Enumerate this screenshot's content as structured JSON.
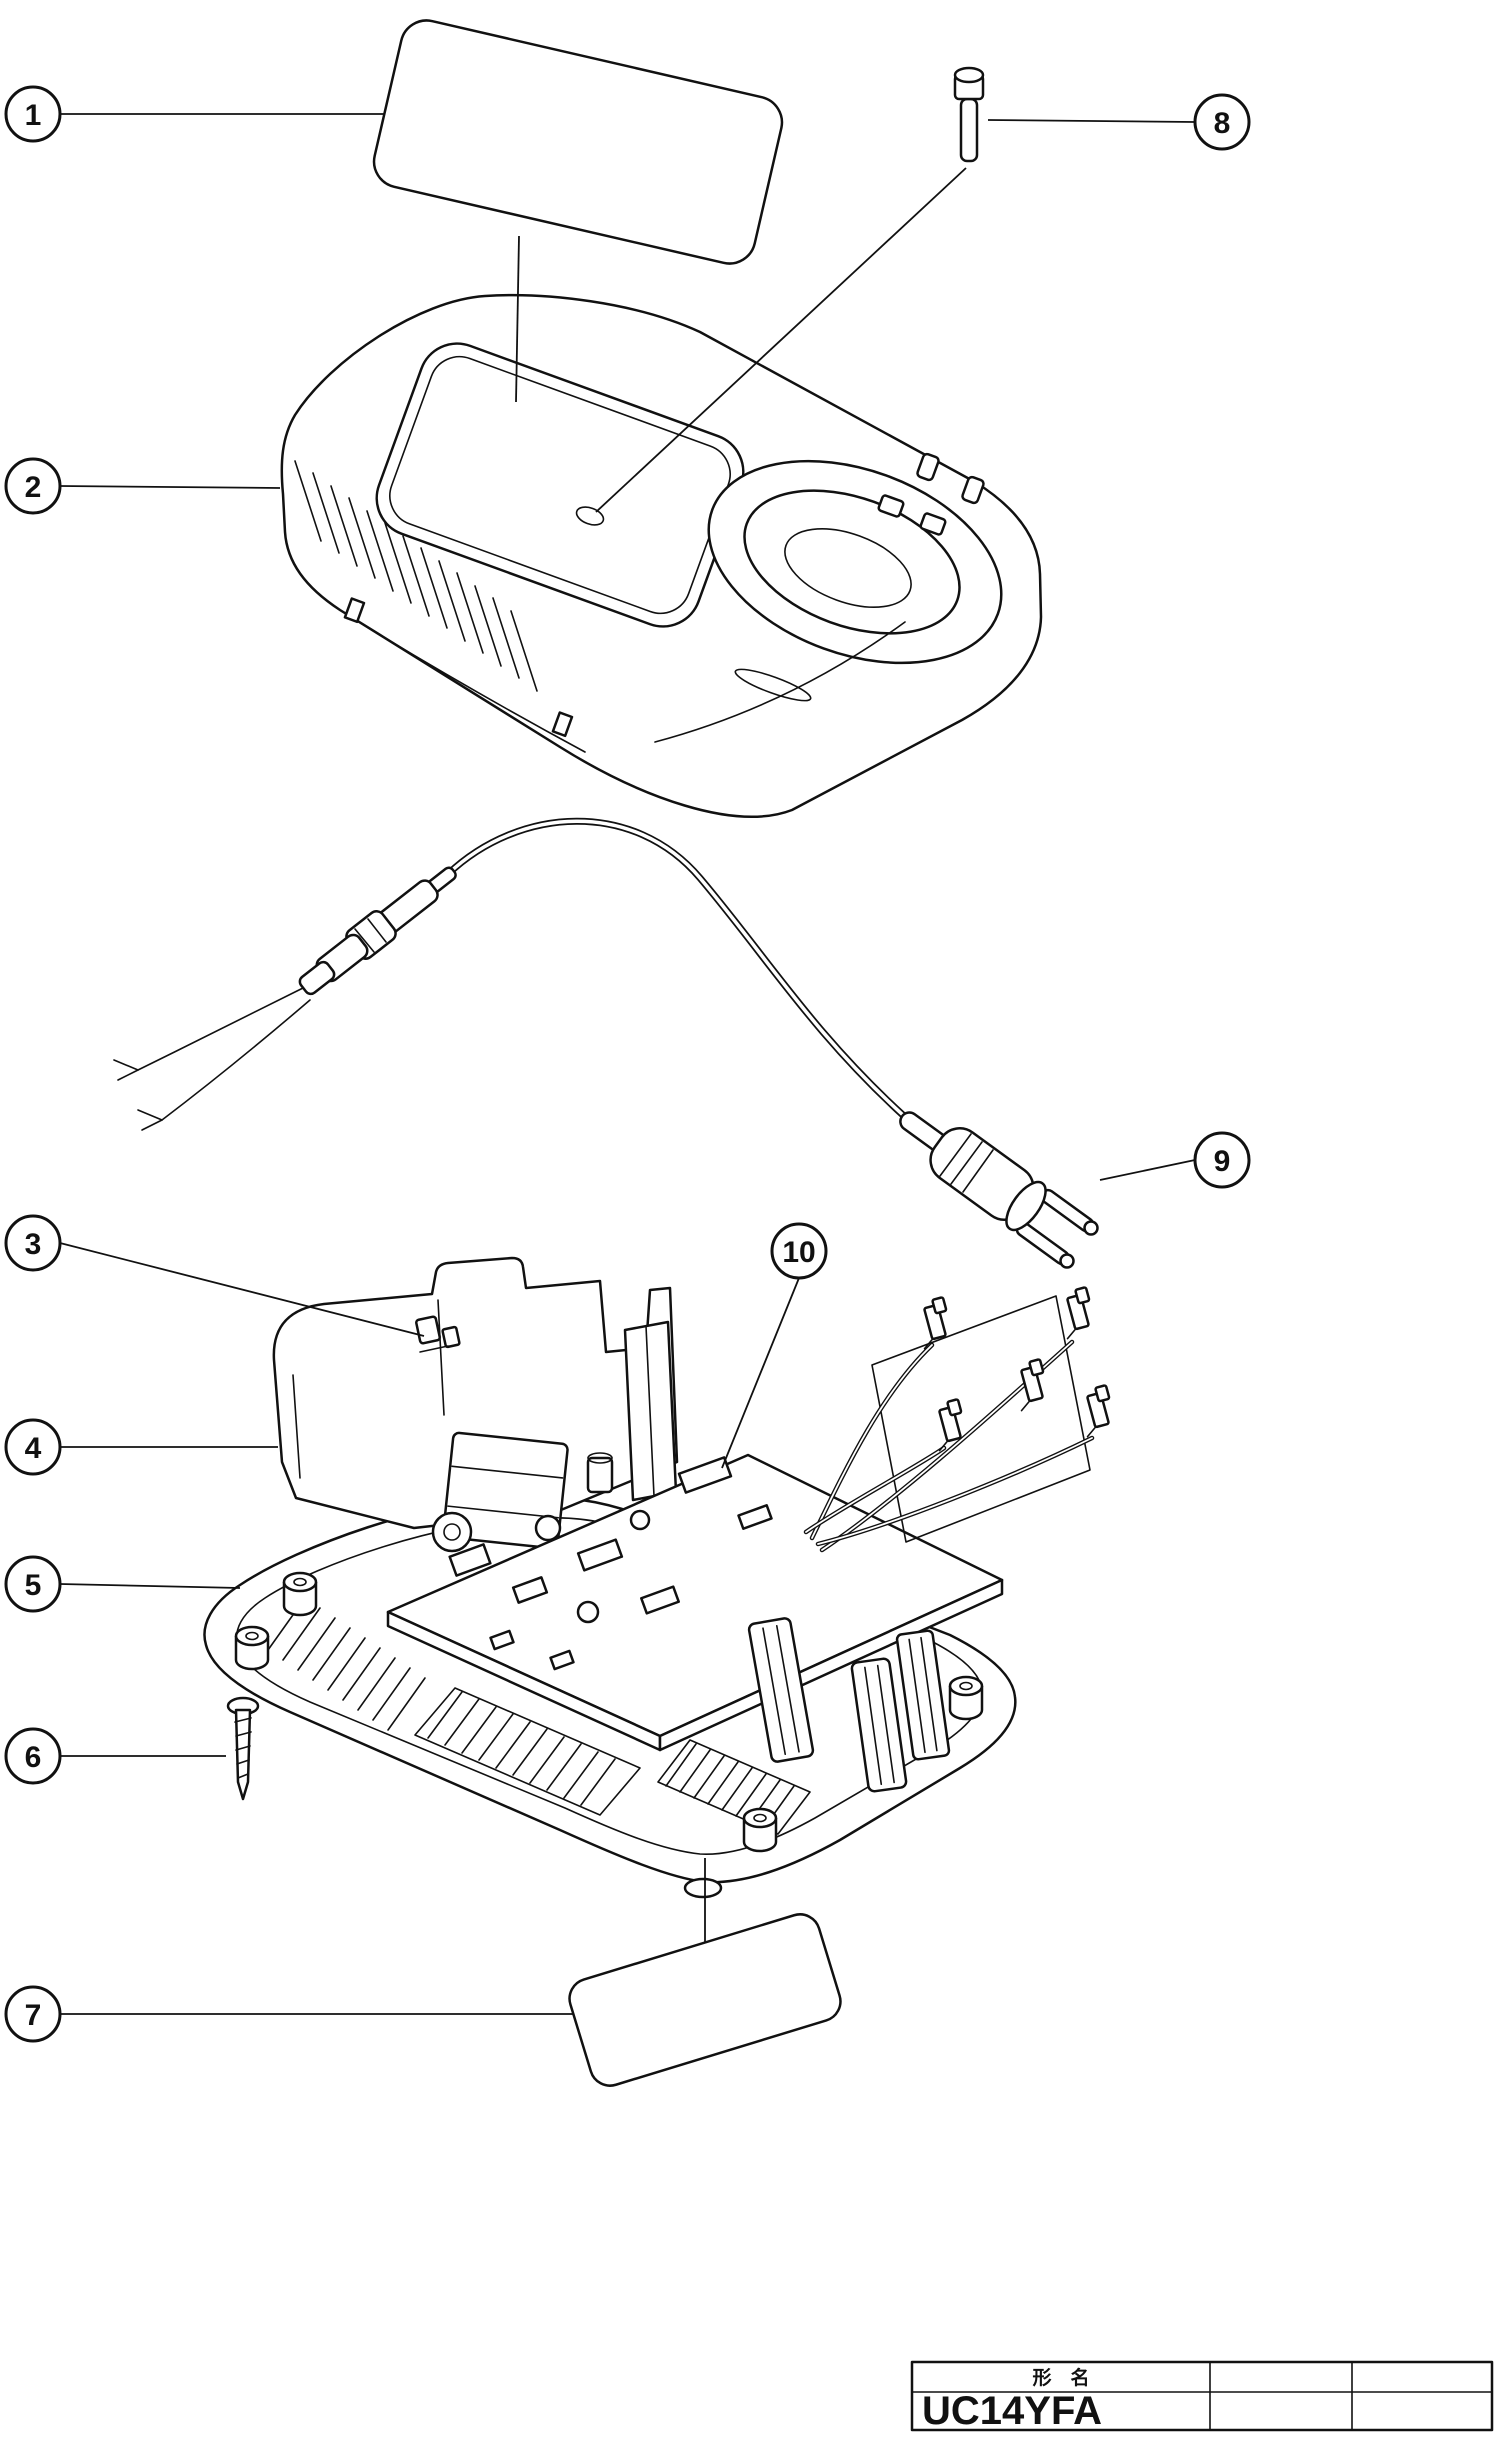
{
  "page": {
    "background": "#ffffff",
    "line_color": "#111111"
  },
  "callouts": [
    {
      "label": "1"
    },
    {
      "label": "2"
    },
    {
      "label": "3"
    },
    {
      "label": "4"
    },
    {
      "label": "5"
    },
    {
      "label": "6"
    },
    {
      "label": "7"
    },
    {
      "label": "8"
    },
    {
      "label": "9"
    },
    {
      "label": "10"
    }
  ],
  "title_block": {
    "name_label": "形　名",
    "model": "UC14YFA"
  }
}
